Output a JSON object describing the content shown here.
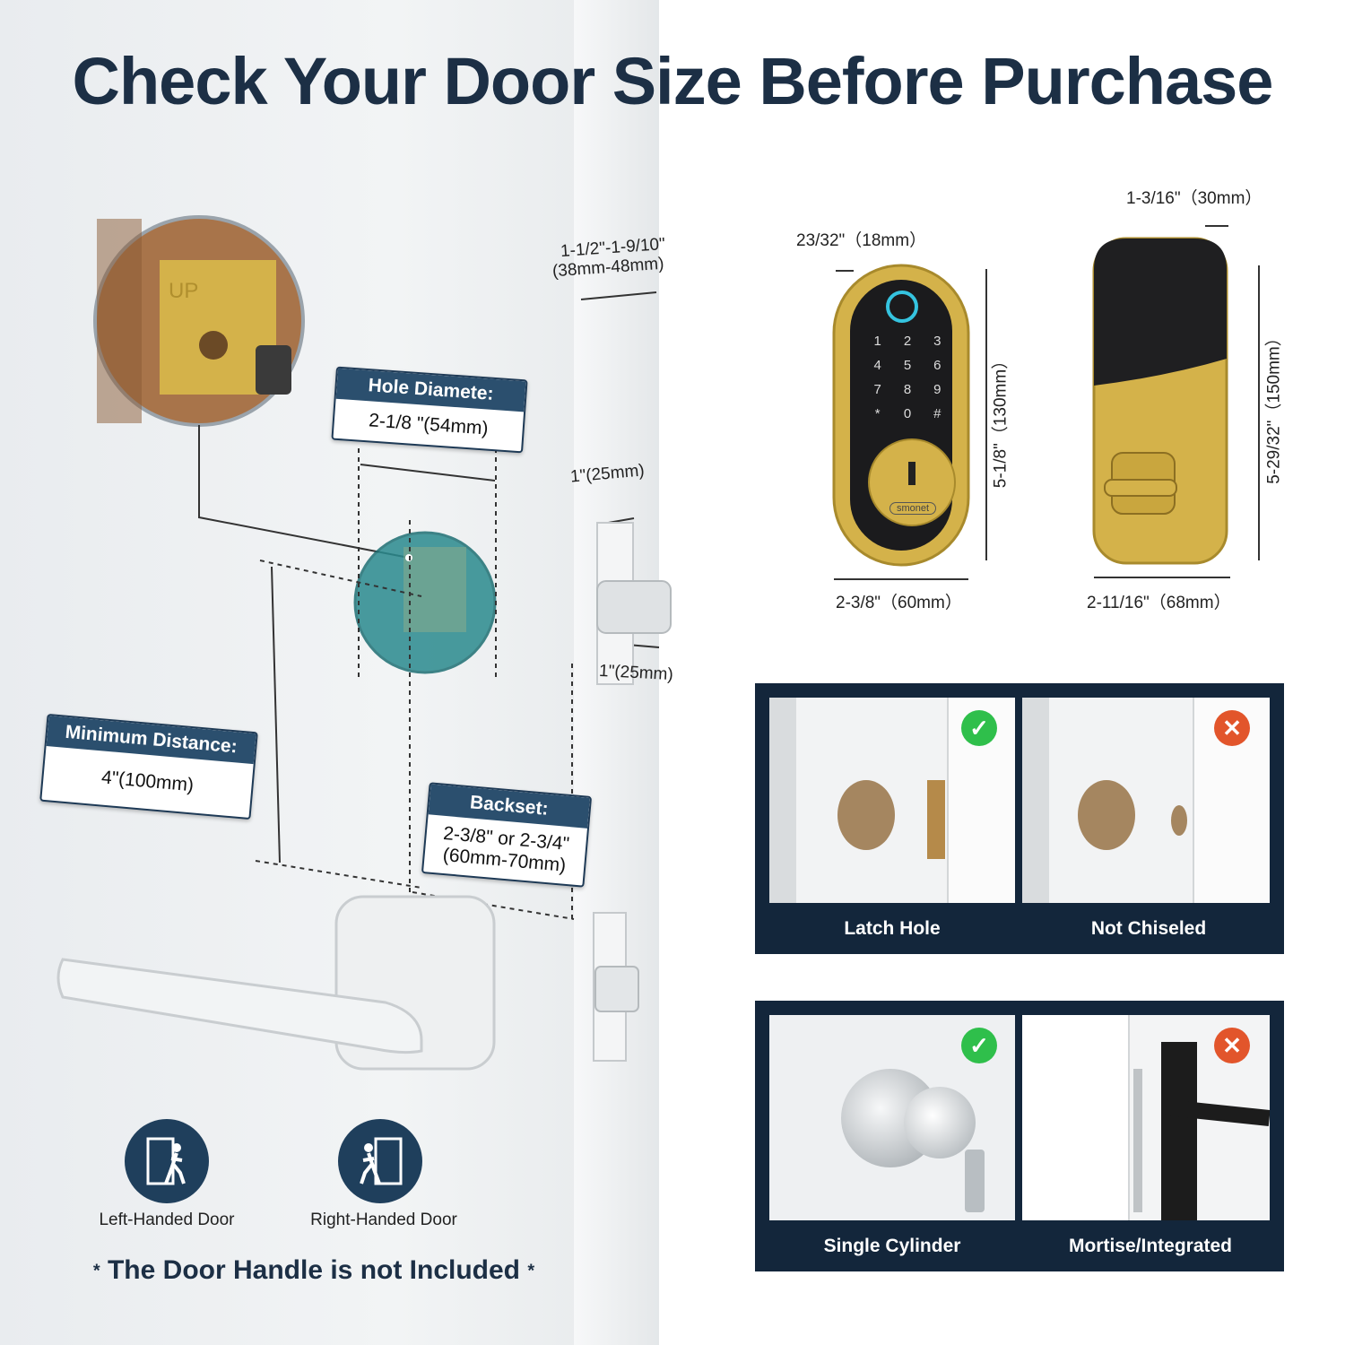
{
  "title": "Check Your Door Size Before Purchase",
  "door": {
    "thickness": "1-1/2\"-1-9/10\"",
    "thickness_mm": "(38mm-48mm)",
    "latch_top": "1\"(25mm)",
    "latch_bottom": "1\"(25mm)",
    "zoom_marker": "UP",
    "hole_diameter": {
      "label": "Hole Diamete:",
      "value": "2-1/8 \"(54mm)"
    },
    "min_distance": {
      "label": "Minimum Distance:",
      "value": "4\"(100mm)"
    },
    "backset": {
      "label": "Backset:",
      "value": "2-3/8\" or 2-3/4\"",
      "value_mm": "(60mm-70mm)"
    }
  },
  "lock_front": {
    "depth": "23/32\"（18mm）",
    "height": "5-1/8\"（130mm）",
    "width": "2-3/8\"（60mm）",
    "brand": "smonet",
    "keys": [
      "1",
      "2",
      "3",
      "4",
      "5",
      "6",
      "7",
      "8",
      "9",
      "*",
      "0",
      "#"
    ]
  },
  "lock_back": {
    "depth": "1-3/16\"（30mm）",
    "height": "5-29/32\"（150mm）",
    "width": "2-11/16\"（68mm）"
  },
  "panel_top": {
    "items": [
      {
        "caption": "Latch Hole",
        "status": "ok",
        "mark": "✓"
      },
      {
        "caption": "Not Chiseled",
        "status": "no",
        "mark": "✕"
      }
    ]
  },
  "panel_bottom": {
    "items": [
      {
        "caption": "Single Cylinder",
        "status": "ok",
        "mark": "✓"
      },
      {
        "caption": "Mortise/Integrated",
        "status": "no",
        "mark": "✕"
      }
    ]
  },
  "handedness": {
    "left": "Left-Handed Door",
    "right": "Right-Handed Door"
  },
  "note": {
    "text": "The Door Handle is not Included",
    "star": "*"
  },
  "colors": {
    "navy": "#13263b",
    "title": "#1c2f45",
    "label_head": "#2b4f6e",
    "ok": "#2fbf4b",
    "no": "#e2552b",
    "gold": "#d4b24a"
  }
}
